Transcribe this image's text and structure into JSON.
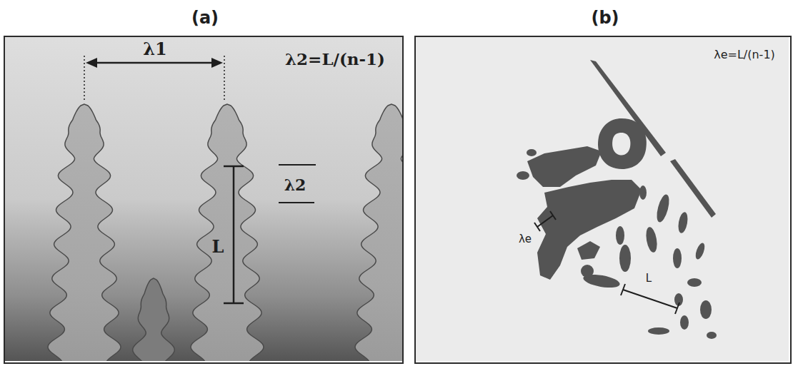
{
  "diagram": {
    "nodes": [
      {
        "text": [
          "(a)",
          "λ1",
          "λ2=L/(n-1)",
          "λ2",
          "L"
        ]
      },
      {
        "text": [
          "(b)",
          "λe=L/(n-1)",
          "λe",
          "L"
        ]
      }
    ]
  }
}
